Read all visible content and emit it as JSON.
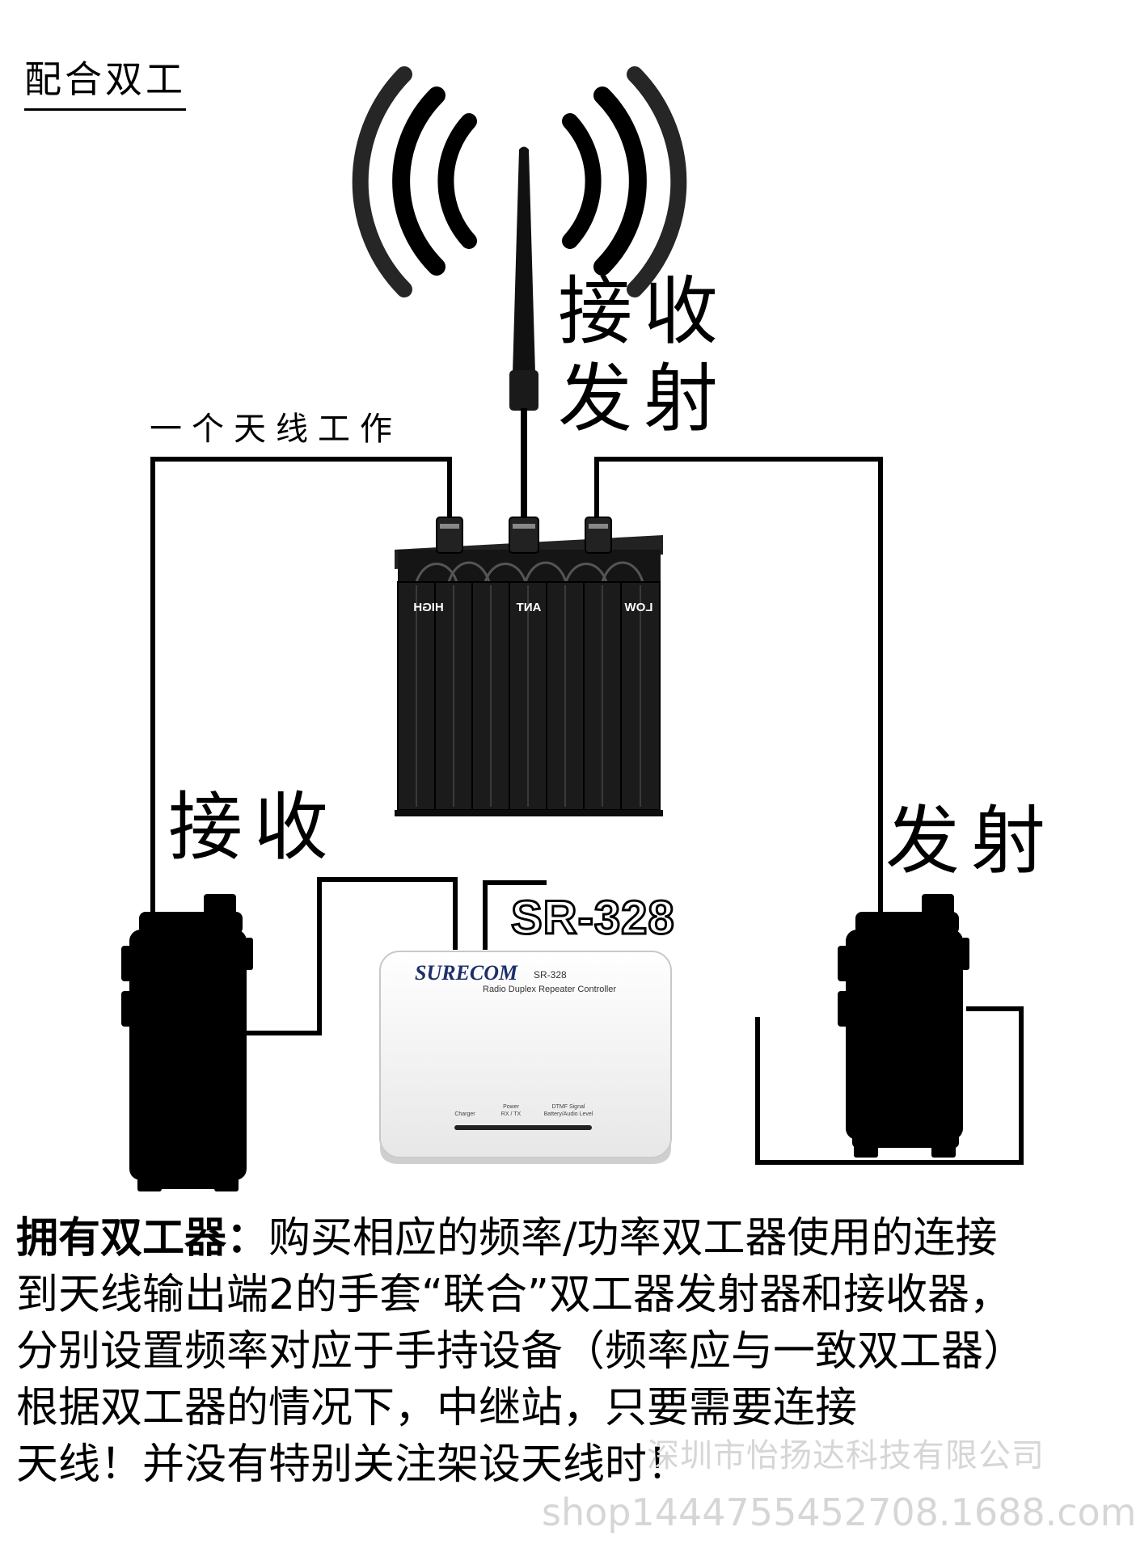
{
  "title": "配合双工",
  "caption": "一个天线工作",
  "antenna_label": {
    "line1": "接收",
    "line2": "发射"
  },
  "left_label": "接收",
  "right_label": "发射",
  "duplexer_ports": [
    "HIGH",
    "ANT",
    "LOW"
  ],
  "controller": {
    "model": "SR-328",
    "brand": "SURECOM",
    "model_small": "SR-328",
    "subtitle": "Radio Duplex Repeater Controller",
    "indicators": {
      "charger": "Charger",
      "power_l1": "Power",
      "power_l2": "RX / TX",
      "dtmf_l1": "DTMF Signal",
      "dtmf_l2": "Battery/Audio Level"
    }
  },
  "description": {
    "bold_lead": "拥有双工器：",
    "line1_rest": "购买相应的频率/功率双工器使用的连接",
    "line2": "到天线输出端2的手套“联合”双工器发射器和接收器，",
    "line3": "分别设置频率对应于手持设备（频率应与一致双工器）",
    "line4": "根据双工器的情况下，中继站，只要需要连接",
    "line5": "天线！并没有特别关注架设天线时！"
  },
  "watermark": {
    "company": "深圳市怡扬达科技有限公司",
    "url": "shop1444755452708.1688.com"
  }
}
